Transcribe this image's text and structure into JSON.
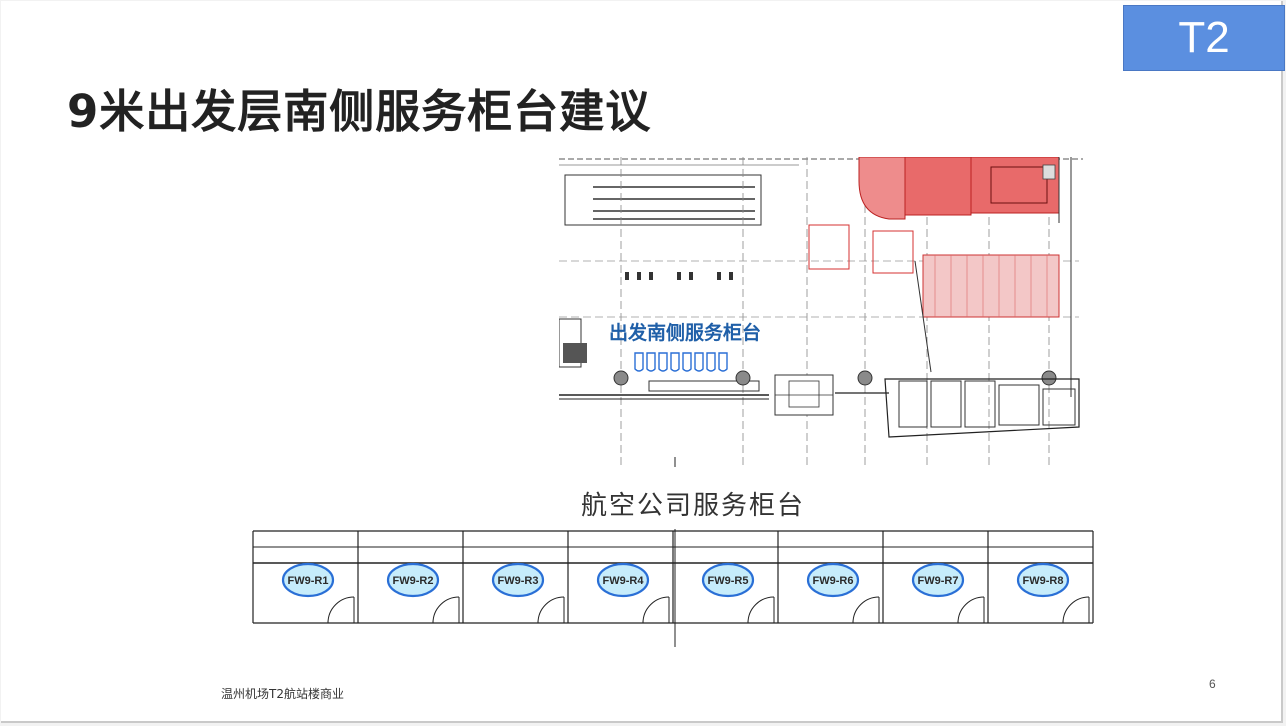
{
  "badge": "T2",
  "title": "9米出发层南侧服务柜台建议",
  "plan": {
    "label": "出发南侧服务柜台"
  },
  "caption": "航空公司服务柜台",
  "counters": [
    "FW9-R1",
    "FW9-R2",
    "FW9-R3",
    "FW9-R4",
    "FW9-R5",
    "FW9-R6",
    "FW9-R7",
    "FW9-R8"
  ],
  "footer": "温州机场T2航站楼商业",
  "page_number": "6",
  "colors": {
    "badge": "#5b8fe0",
    "highlight_red": "#e05050",
    "label_blue": "#1f5fa8",
    "counter_fill": "#c6ecfb",
    "counter_stroke": "#2a6fd6"
  }
}
